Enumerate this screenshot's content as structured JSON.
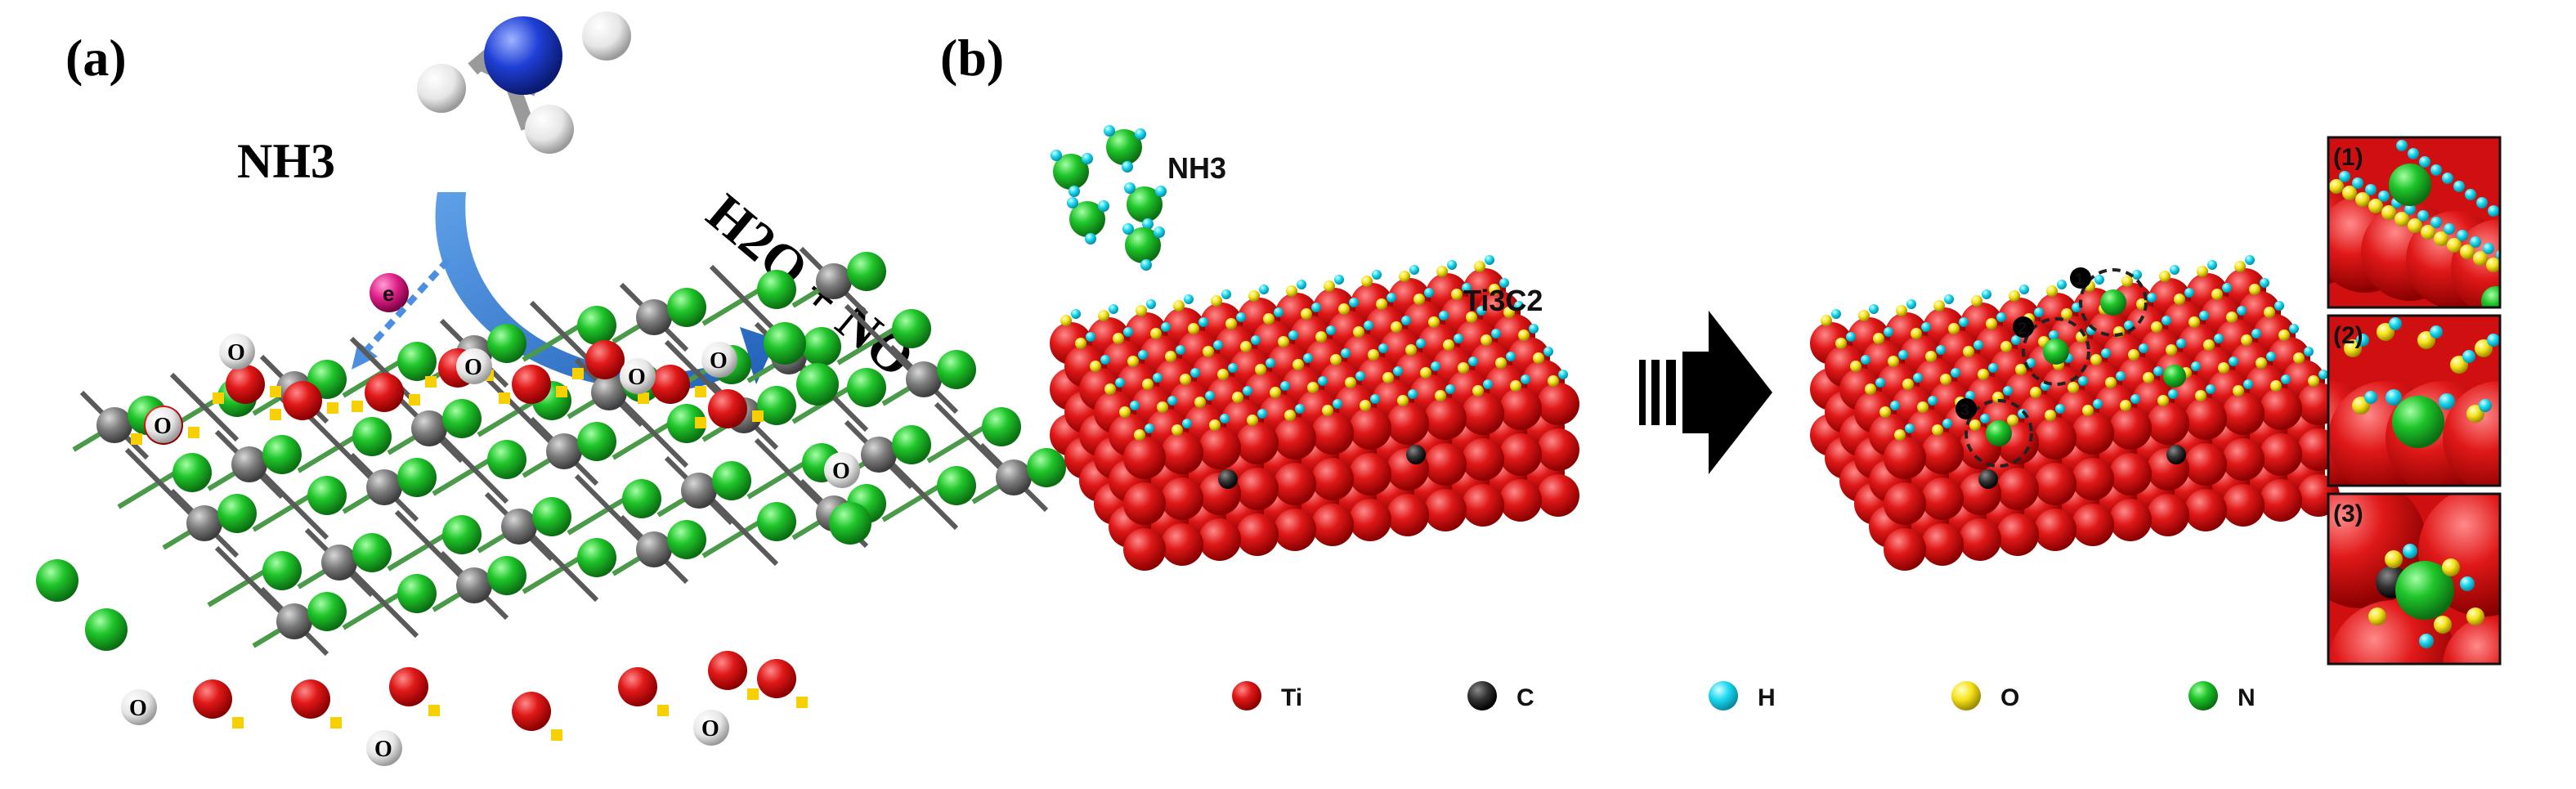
{
  "panel_a": {
    "label": "(a)",
    "nh3_text": "NH3",
    "product_text": "H2O + NO",
    "electron_text": "e",
    "ion_labels": [
      "O",
      "O",
      "O",
      "O",
      "O",
      "O",
      "O",
      "O",
      "O"
    ],
    "colors": {
      "arrow": "#2e74c8",
      "green": "#1db62a",
      "red": "#d51212",
      "gray": "#7c7c7c",
      "yellow": "#f6d000",
      "electron": "#e0218a",
      "nitrogen": "#1f3fd6"
    }
  },
  "panel_b": {
    "label": "(b)",
    "nh3_label": "NH3",
    "substrate_label": "Ti3C2",
    "site_numbers": [
      "1",
      "2",
      "3"
    ],
    "inset_labels": [
      "(1)",
      "(2)",
      "(3)"
    ],
    "legend": [
      {
        "label": "Ti",
        "color": "#e31414"
      },
      {
        "label": "C",
        "color": "#333333"
      },
      {
        "label": "H",
        "color": "#19d8f0"
      },
      {
        "label": "O",
        "color": "#f7e21a"
      },
      {
        "label": "N",
        "color": "#1ed125"
      }
    ]
  }
}
